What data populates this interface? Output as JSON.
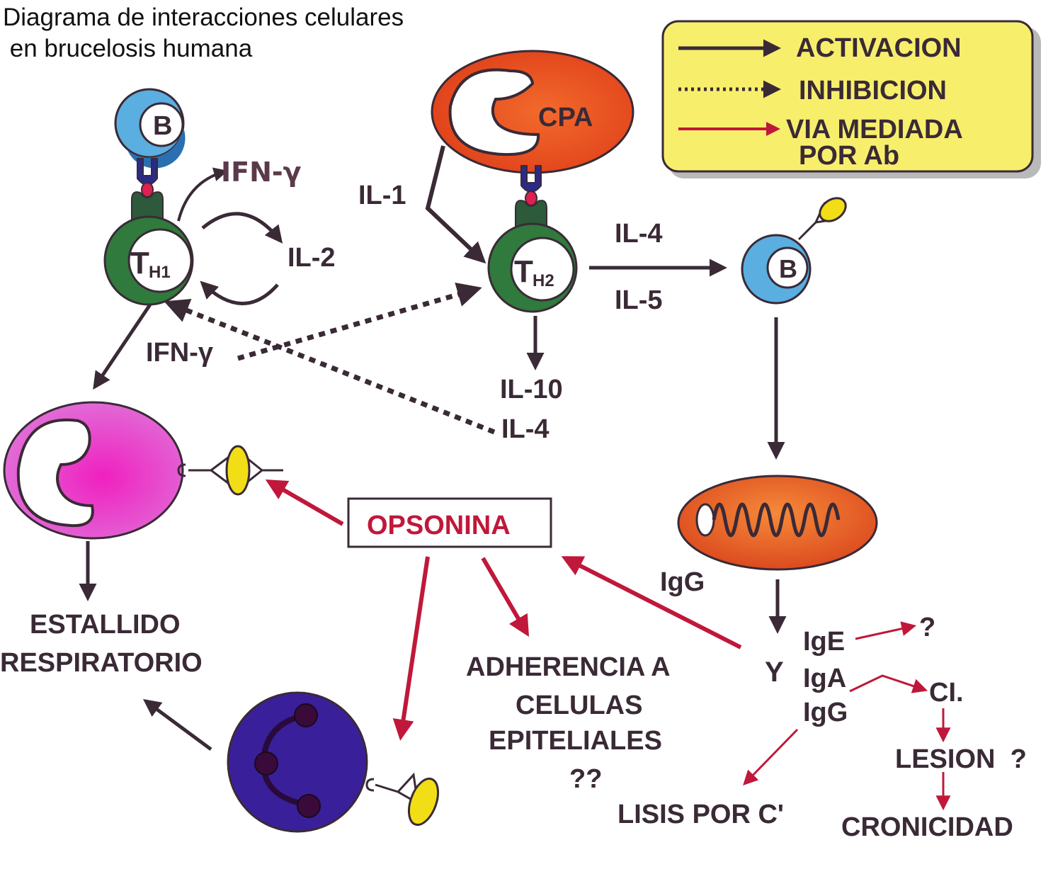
{
  "title": {
    "line1": "Diagrama de interacciones celulares",
    "line2": " en brucelosis humana"
  },
  "legend": {
    "activation": "ACTIVACION",
    "inhibition": "INHIBICION",
    "ab_line1": "VIA MEDIADA",
    "ab_line2": "POR Ab"
  },
  "cells": {
    "b_cell_top": "B",
    "th1": "T",
    "th1_sub": "H1",
    "cpa": "CPA",
    "th2": "T",
    "th2_sub": "H2",
    "b_cell_right": "B"
  },
  "labels": {
    "ifn_gamma_top": "IFN-γ",
    "il2": "IL-2",
    "il1": "IL-1",
    "il4_top": "IL-4",
    "il5": "IL-5",
    "ifn_gamma_mid": "IFN-γ",
    "il10": "IL-10",
    "il4_bottom": "IL-4",
    "opsonina": "OPSONINA",
    "igg_arrow": "IgG",
    "ige": "IgE",
    "iga": "IgA",
    "igg": "IgG",
    "question": "?",
    "y_symbol": "Y",
    "ci": "CI.",
    "lesion": "LESION  ?",
    "cronicidad": "CRONICIDAD",
    "lisis": "LISIS POR C'",
    "estallido_line1": "ESTALLIDO",
    "estallido_line2": "RESPIRATORIO",
    "adherencia_line1": "ADHERENCIA A",
    "adherencia_line2": "CELULAS",
    "adherencia_line3": "EPITELIALES",
    "adherencia_line4": "??"
  },
  "colors": {
    "activation_arrow": "#3a2a36",
    "ab_arrow": "#c0183a",
    "legend_fill": "#f7ef6c",
    "th_green": "#2f7a3c",
    "b_blue": "#5aaee0",
    "cpa_orange": "#e8501e",
    "macrophage_pink": "#e84cc4",
    "neutrophil_purple": "#3a1f9a",
    "opsonin_yellow": "#f2de16"
  }
}
